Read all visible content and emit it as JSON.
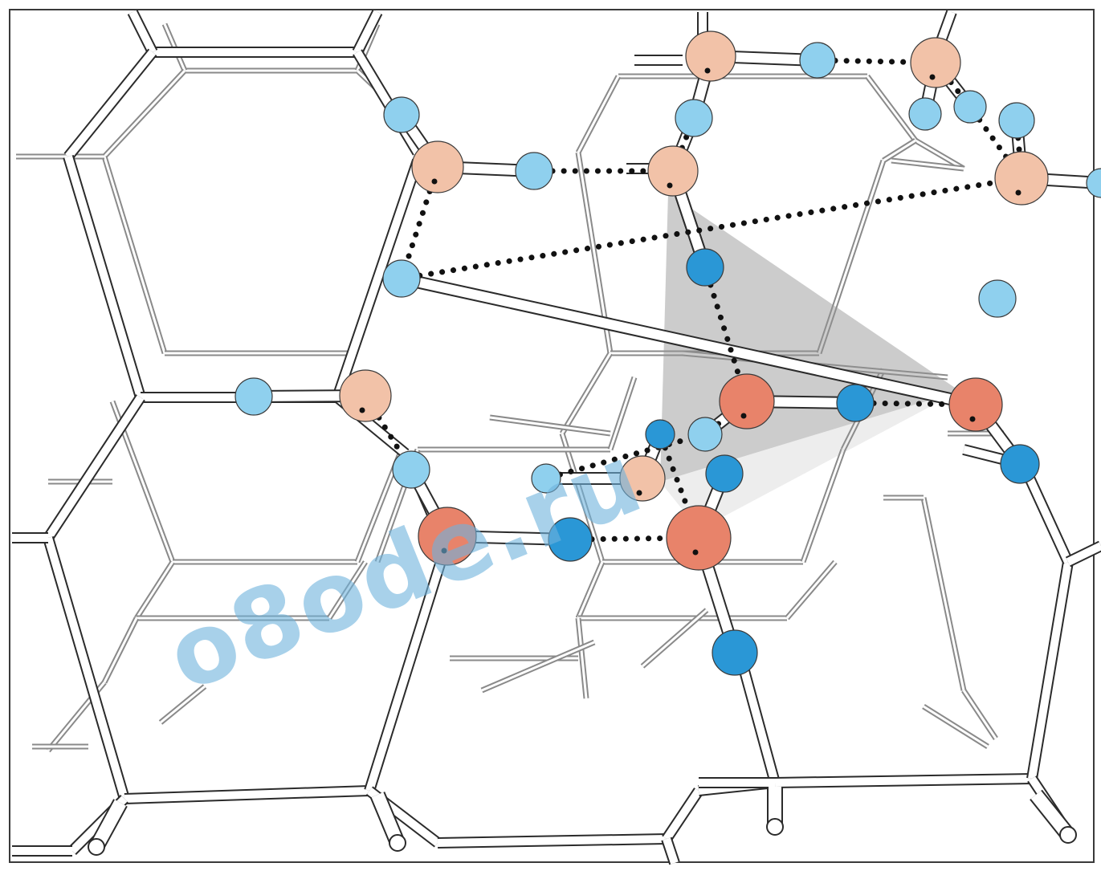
{
  "watermark": {
    "text": "o8ode.ru"
  },
  "colors": {
    "oxygen_light": "#f2c2a8",
    "oxygen_dark": "#e8836a",
    "hydrogen_light": "#8fd0ee",
    "hydrogen_dark": "#2a97d6",
    "tetrahedron": "#8c8c8c",
    "frame": "#3a3a3a"
  },
  "diagram": {
    "subject": "ice-crystal-lattice",
    "atom_types": [
      "oxygen",
      "hydrogen"
    ],
    "bond_types": [
      "covalent-rod",
      "hydrogen-bond-dotted"
    ]
  }
}
